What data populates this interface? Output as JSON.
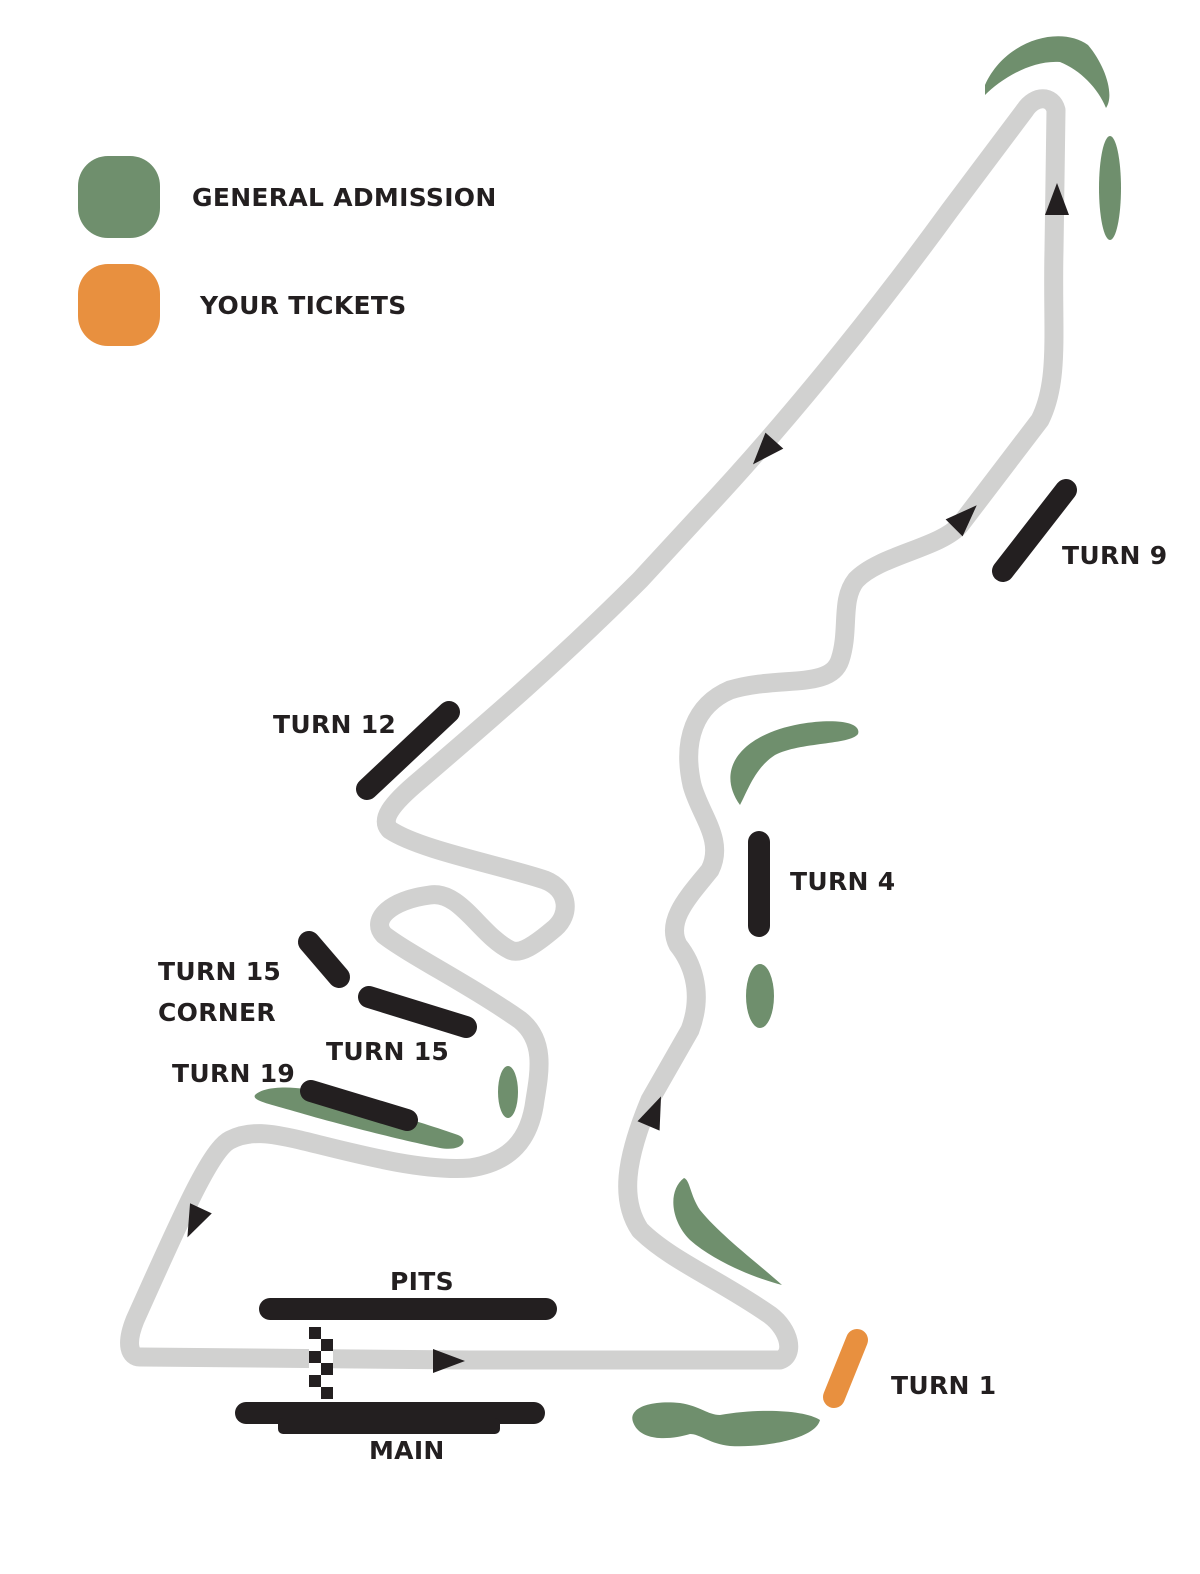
{
  "colors": {
    "general_admission": "#6f8f6d",
    "your_tickets": "#e8903f",
    "track": "#d1d1d0",
    "stand": "#231f20"
  },
  "legend": {
    "general_admission": "GENERAL ADMISSION",
    "your_tickets": "YOUR TICKETS"
  },
  "labels": {
    "turn_9": "TURN 9",
    "turn_12": "TURN 12",
    "turn_4": "TURN 4",
    "turn_15_corner_line1": "TURN 15",
    "turn_15_corner_line2": "CORNER",
    "turn_15": "TURN 15",
    "turn_19": "TURN 19",
    "pits": "PITS",
    "main": "MAIN",
    "turn_1": "TURN 1"
  }
}
